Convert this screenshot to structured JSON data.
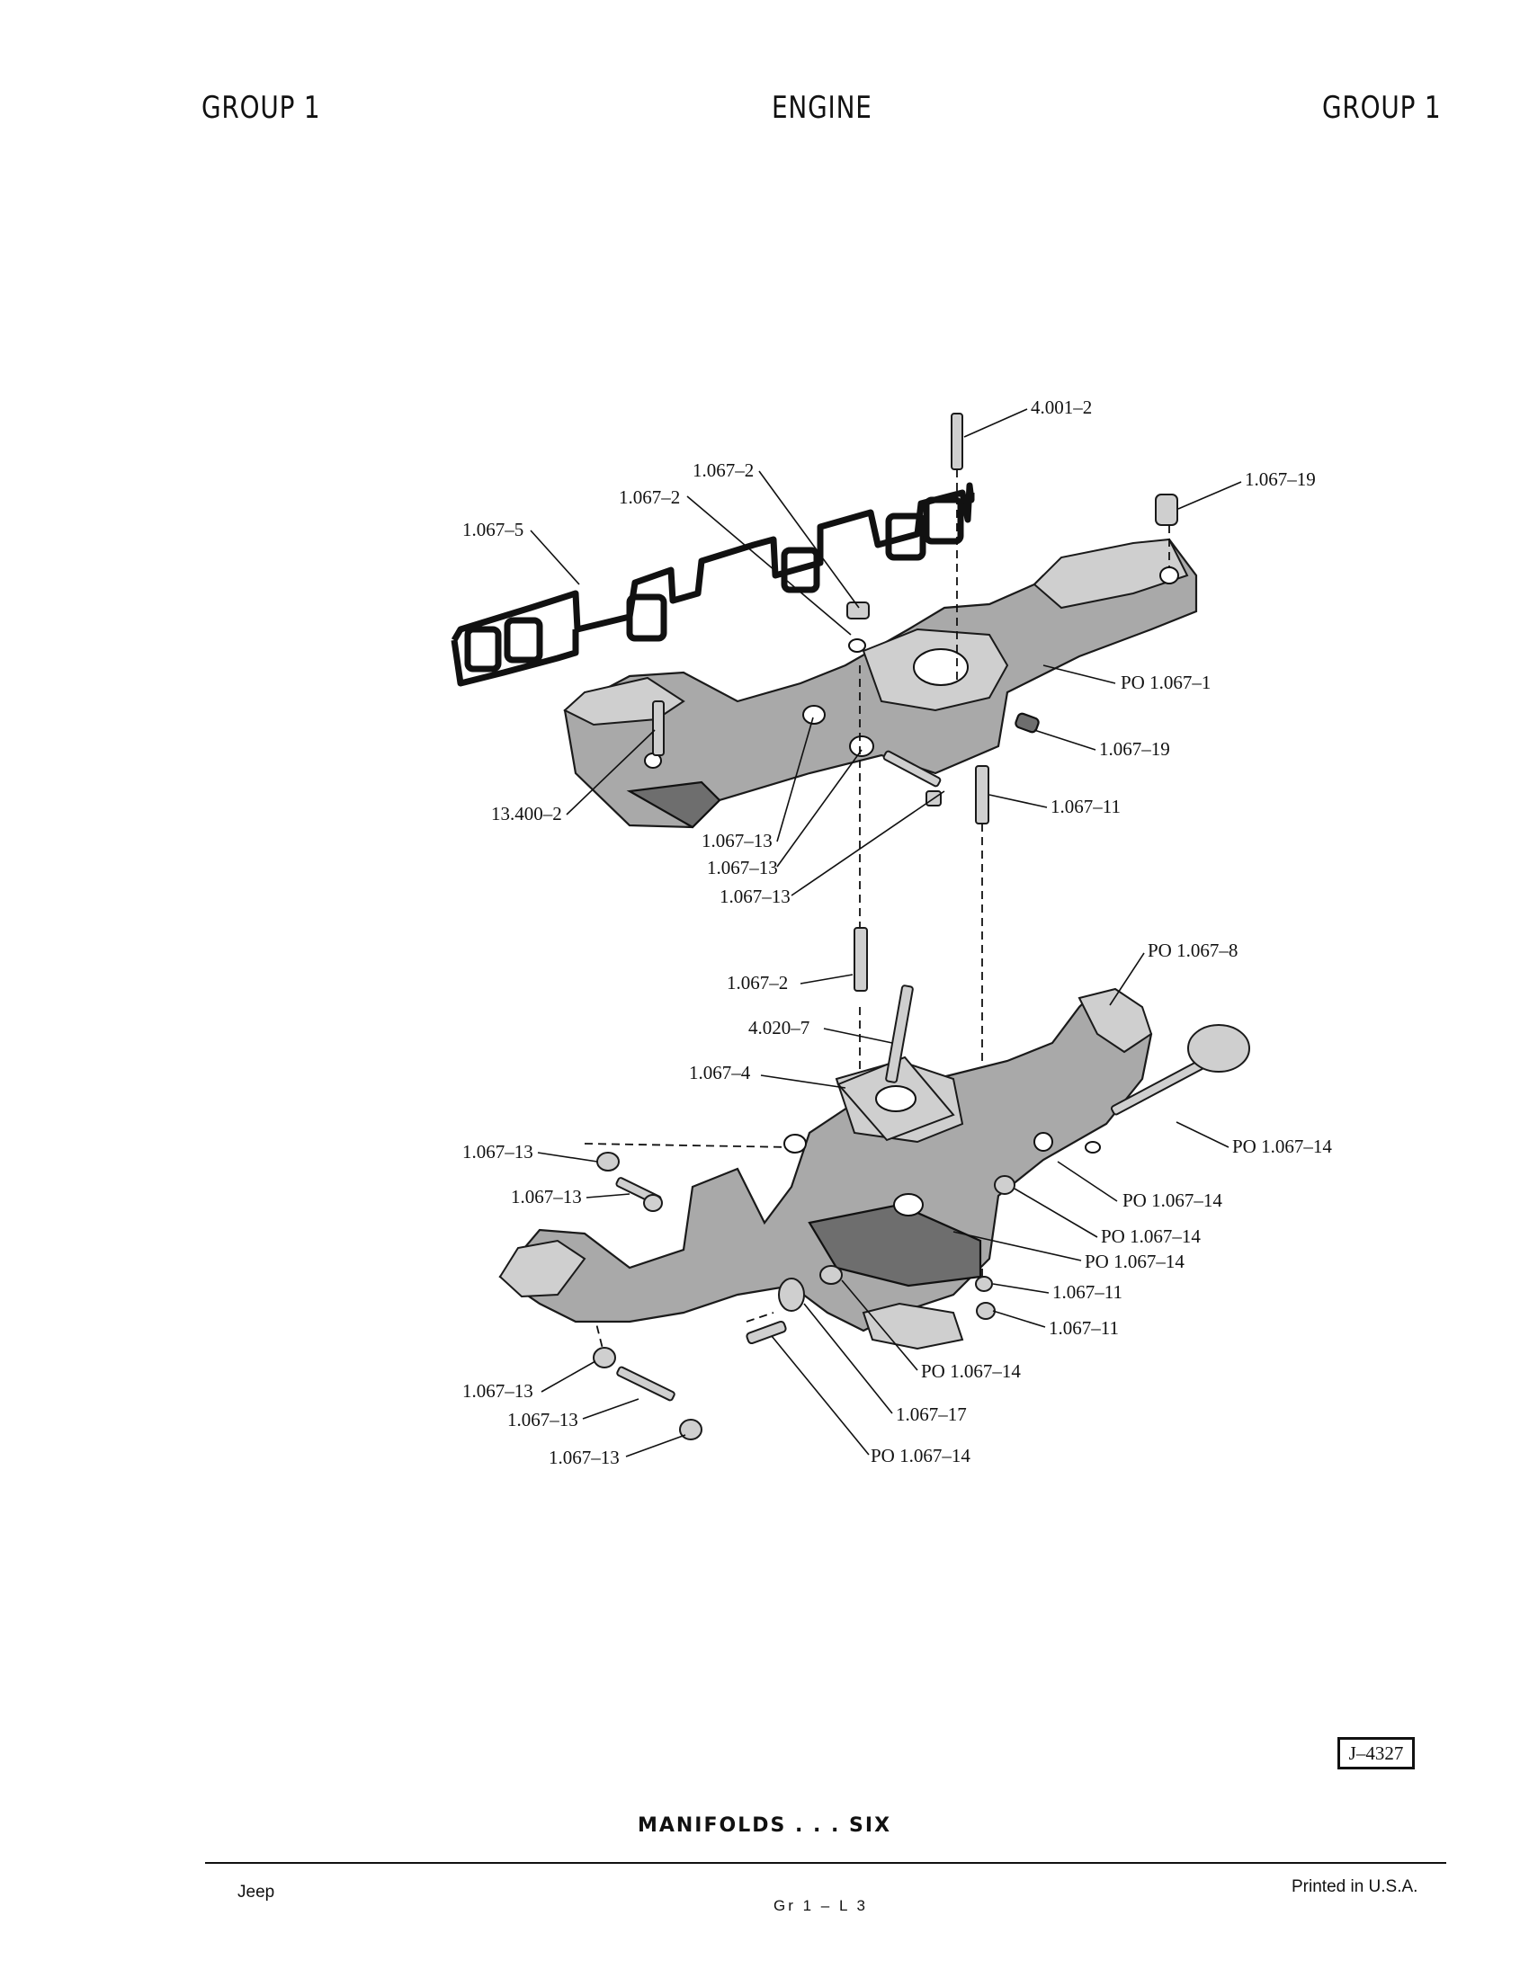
{
  "header": {
    "left": "GROUP 1",
    "center": "ENGINE",
    "right": "GROUP 1"
  },
  "callouts": {
    "c_4001_2": "4.001–2",
    "c_1067_19_top": "1.067–19",
    "c_1067_2_a": "1.067–2",
    "c_1067_2_b": "1.067–2",
    "c_1067_5": "1.067–5",
    "c_po_1067_1": "PO 1.067–1",
    "c_1067_19_mid": "1.067–19",
    "c_13400_2": "13.400–2",
    "c_1067_11_top": "1.067–11",
    "c_1067_13_a": "1.067–13",
    "c_1067_13_b": "1.067–13",
    "c_1067_13_c": "1.067–13",
    "c_po_1067_8": "PO 1.067–8",
    "c_1067_2_c": "1.067–2",
    "c_4020_7": "4.020–7",
    "c_1067_4": "1.067–4",
    "c_po_1067_14_a": "PO 1.067–14",
    "c_1067_13_d": "1.067–13",
    "c_1067_13_e": "1.067–13",
    "c_po_1067_14_b": "PO 1.067–14",
    "c_po_1067_14_c": "PO 1.067–14",
    "c_po_1067_14_d": "PO 1.067–14",
    "c_1067_11_b": "1.067–11",
    "c_1067_11_c": "1.067–11",
    "c_po_1067_14_e": "PO 1.067–14",
    "c_1067_13_f": "1.067–13",
    "c_1067_17": "1.067–17",
    "c_1067_13_g": "1.067–13",
    "c_1067_13_h": "1.067–13",
    "c_po_1067_14_f": "PO 1.067–14"
  },
  "figure_id": "J–4327",
  "caption": "MANIFOLDS . . . SIX",
  "footer": {
    "left": "Jeep",
    "center": "Gr 1 – L 3",
    "right": "Printed in U.S.A."
  }
}
